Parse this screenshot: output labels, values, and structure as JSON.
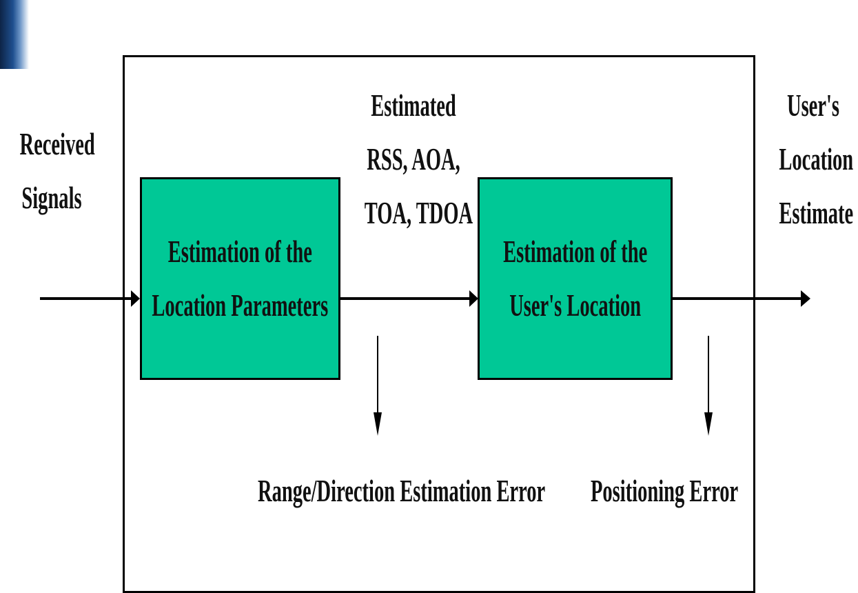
{
  "input_label": [
    "Received",
    "Signals"
  ],
  "block1": [
    "Estimation of the",
    "Location Parameters"
  ],
  "intermediate_label": [
    "Estimated",
    "RSS, AOA,",
    "TOA, TDOA"
  ],
  "block2": [
    "Estimation of the",
    "User's Location"
  ],
  "output_label": [
    "User's",
    "Location",
    "Estimate"
  ],
  "error1": "Range/Direction Estimation Error",
  "error2": "Positioning Error",
  "colors": {
    "block_fill": "#00c896",
    "line": "#000000"
  }
}
